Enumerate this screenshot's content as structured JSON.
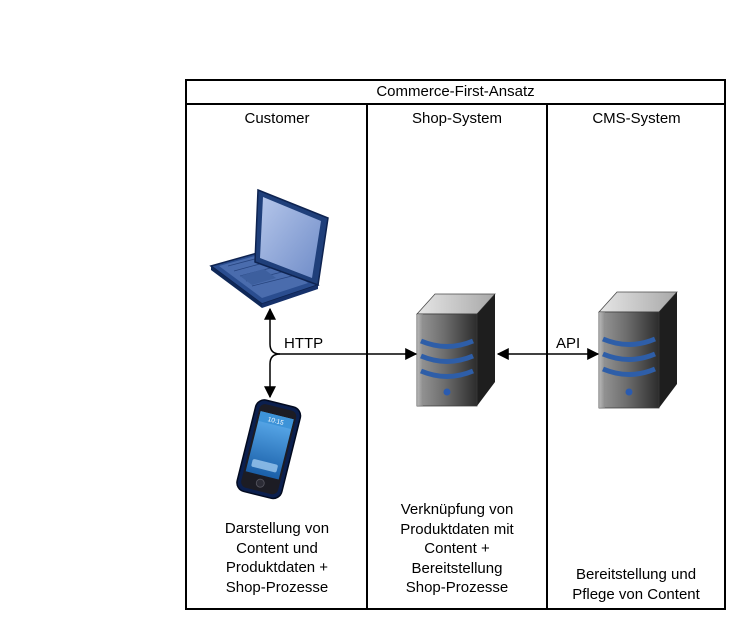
{
  "diagram": {
    "title": "Commerce-First-Ansatz",
    "lanes": [
      {
        "title": "Customer",
        "description": [
          "Darstellung von",
          "Content und",
          "Produktdaten +",
          "Shop-Prozesse"
        ],
        "icons": [
          "laptop-icon",
          "smartphone-icon"
        ]
      },
      {
        "title": "Shop-System",
        "description": [
          "Verknüpfung von",
          "Produktdaten mit",
          "Content +",
          "Bereitstellung",
          "Shop-Prozesse"
        ],
        "icons": [
          "server-icon"
        ]
      },
      {
        "title": "CMS-System",
        "description": [
          "Bereitstellung und",
          "Pflege von Content"
        ],
        "icons": [
          "server-icon"
        ]
      }
    ],
    "connections": [
      {
        "label": "HTTP",
        "from": "Customer",
        "to": "Shop-System"
      },
      {
        "label": "API",
        "from": "Shop-System",
        "to": "CMS-System"
      }
    ],
    "phone_screen_time": "10:15",
    "colors": {
      "laptop_body": "#1f3f7a",
      "laptop_screen": "#8fa7d8",
      "server_body": "#6b6b6b",
      "server_stripes": "#2e5ea8",
      "phone_screen": "#2b7fd0"
    }
  }
}
